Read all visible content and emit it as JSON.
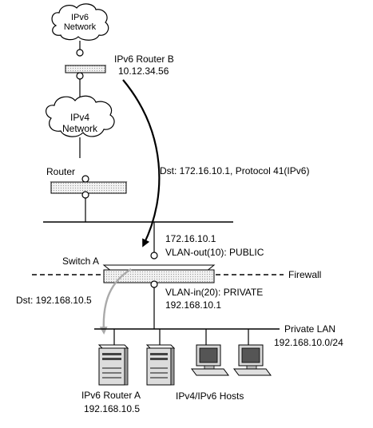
{
  "clouds": {
    "ipv6_network": [
      "IPv6",
      "Network"
    ],
    "ipv4_network": [
      "IPv4",
      "Network"
    ]
  },
  "devices": {
    "ipv6_router_b": {
      "name": "IPv6 Router B",
      "address": "10.12.34.56"
    },
    "router": {
      "name": "Router"
    },
    "switch_a": {
      "name": "Switch A",
      "out_address": "172.16.10.1",
      "out_vlan": "VLAN-out(10): PUBLIC",
      "in_vlan": "VLAN-in(20): PRIVATE",
      "in_address": "192.168.10.1"
    },
    "ipv6_router_a": {
      "name": "IPv6 Router A",
      "address": "192.168.10.5"
    },
    "hosts": {
      "name": "IPv4/IPv6 Hosts"
    }
  },
  "annotations": {
    "tunnel_dst": "Dst: 172.16.10.1, Protocol 41(IPv6)",
    "forward_dst": "Dst: 192.168.10.5",
    "firewall": "Firewall",
    "lan_name": "Private LAN",
    "lan_subnet": "192.168.10.0/24"
  },
  "colors": {
    "tunnel_arrow": "#000000",
    "forward_arrow": "#aaaaaa",
    "device_fill": "#e6e6e6"
  }
}
